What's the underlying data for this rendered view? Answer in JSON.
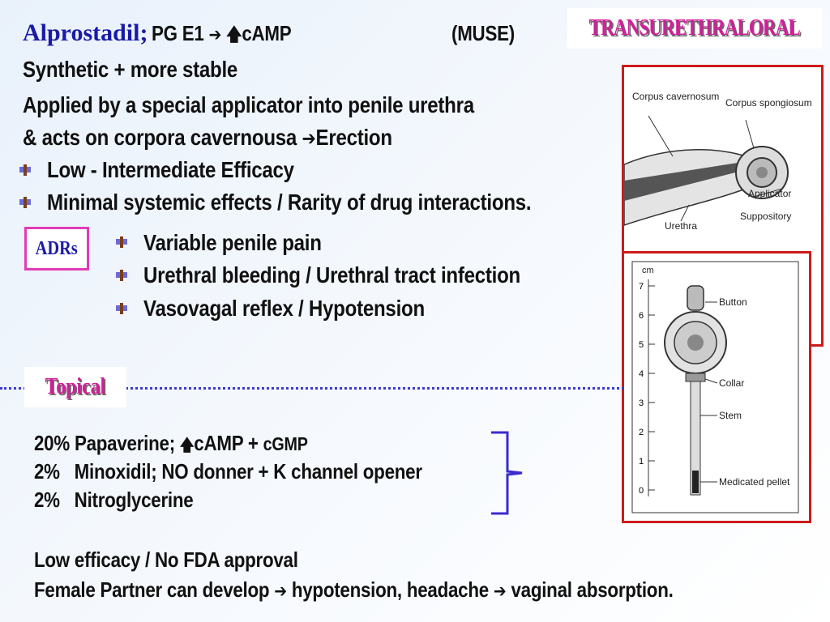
{
  "header": {
    "drug_name": "Alprostadil;",
    "mechanism": "PG E1",
    "arrow1": "➔",
    "up_arrow": "🡅",
    "camp": "cAMP",
    "muse": "(MUSE)"
  },
  "route_tag": "TRANSURETHRALORAL",
  "lines": {
    "l1": "Synthetic + more stable",
    "l2": "Applied by a special applicator into penile urethra",
    "l3a": "& acts on corpora cavernousa",
    "l3arrow": "➔",
    "l3b": "Erection",
    "b1": "Low - Intermediate Efficacy",
    "b2": "Minimal systemic effects / Rarity of drug interactions."
  },
  "adrs": {
    "label": "ADRs",
    "items": [
      "Variable penile pain",
      "Urethral bleeding / Urethral tract infection",
      "Vasovagal reflex / Hypotension"
    ]
  },
  "topical": {
    "label": "Topical",
    "rows": [
      {
        "pct": "20%",
        "text_a": "Papaverine;",
        "arrow": "🡅",
        "text_b": "cAMP + ",
        "text_c": "cGMP"
      },
      {
        "pct": "2%",
        "text_a": "Minoxidil; NO donner + K  channel opener"
      },
      {
        "pct": "2%",
        "text_a": "Nitroglycerine"
      }
    ],
    "note1": "Low efficacy / No FDA approval",
    "note2a": "Female Partner can develop",
    "note2arrow1": "➔",
    "note2b": "hypotension, headache",
    "note2arrow2": "➔",
    "note2c": "vaginal absorption."
  },
  "figure_top": {
    "labels": [
      "Corpus cavernosum",
      "Corpus spongiosum",
      "Applicator",
      "Suppository",
      "Urethra"
    ]
  },
  "figure_bottom": {
    "unit": "cm",
    "ticks": [
      "7",
      "6",
      "5",
      "4",
      "3",
      "2",
      "1",
      "0"
    ],
    "labels": [
      "Button",
      "Collar",
      "Stem",
      "Medicated pellet"
    ]
  },
  "colors": {
    "accent_blue": "#1a1aa8",
    "tag_pink": "#d11f9a",
    "frame_red": "#cc1b1b"
  }
}
